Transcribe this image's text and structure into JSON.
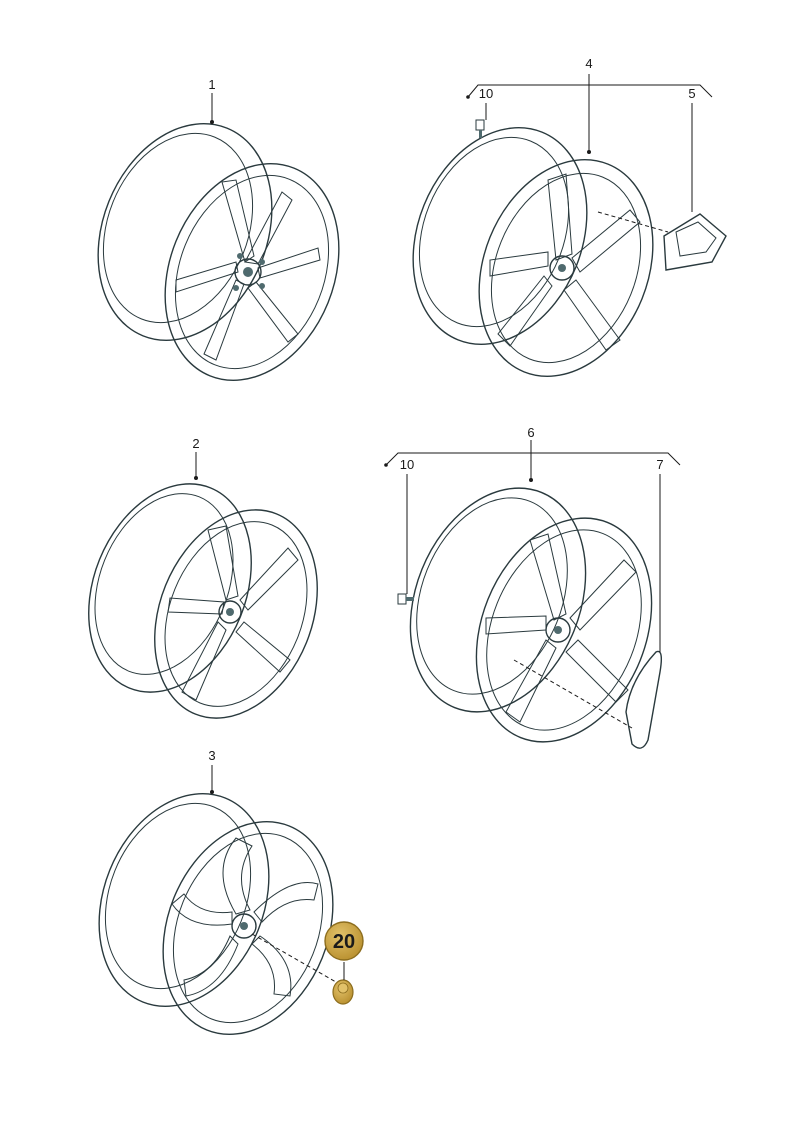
{
  "colors": {
    "rim_fill": "#dfeaeb",
    "rim_shade": "#b9cccd",
    "rim_dark": "#4f6a6e",
    "outline": "#2a3a3e",
    "badge": "#c8a54a",
    "badge_border": "#8c6d1e"
  },
  "callouts": {
    "c1": "1",
    "c2": "2",
    "c3": "3",
    "c4": "4",
    "c5": "5",
    "c6": "6",
    "c7": "7",
    "c10a": "10",
    "c10b": "10"
  },
  "badge": {
    "label": "20"
  },
  "parts": [
    {
      "name": "wheel-rim-y-spoke",
      "callout": "1"
    },
    {
      "name": "wheel-rim-aero-with-insert",
      "callout": "4"
    },
    {
      "name": "aero-insert",
      "callout": "5"
    },
    {
      "name": "insert-screw",
      "callout": "10"
    },
    {
      "name": "wheel-rim-five-spoke",
      "callout": "2"
    },
    {
      "name": "wheel-rim-aero-with-cover",
      "callout": "6"
    },
    {
      "name": "aero-cover",
      "callout": "7"
    },
    {
      "name": "wheel-rim-turbine",
      "callout": "3"
    },
    {
      "name": "valve-cap",
      "callout": "20"
    }
  ]
}
